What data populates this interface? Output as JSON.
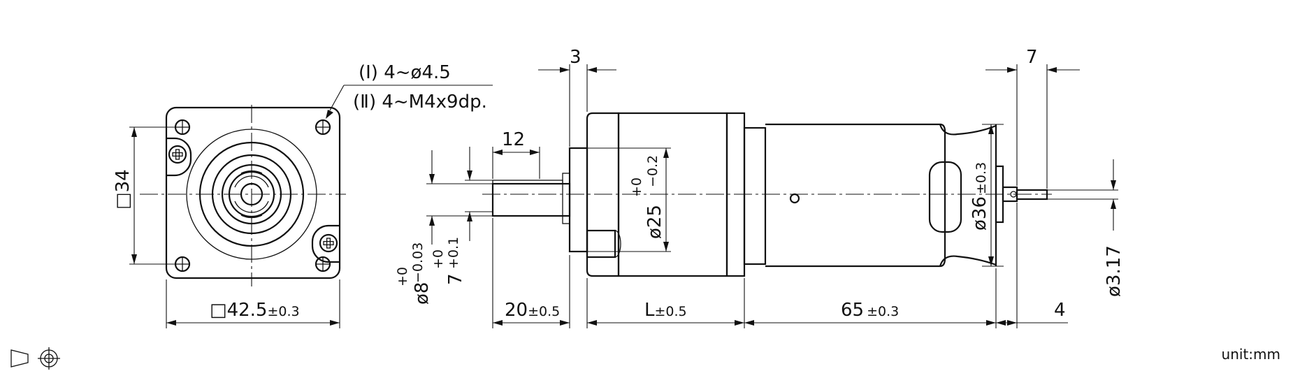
{
  "front_view": {
    "hole_note_1": "(Ⅰ) 4~ø4.5",
    "hole_note_2": "(Ⅱ) 4~M4x9dp.",
    "dim_bolt_square": "□34",
    "dim_flange_square": "□42.5",
    "dim_flange_tol": "±0.3"
  },
  "side_view": {
    "dim_flange_thickness": "3",
    "dim_key_length": "12",
    "dim_shaft_dia": "ø8",
    "dim_shaft_dia_tol_upper": "+0",
    "dim_shaft_dia_tol_lower": "−0.03",
    "dim_key_width": "7",
    "dim_key_width_tol_upper": "+0",
    "dim_key_width_tol_lower": "+0.1",
    "dim_shaft_length": "20",
    "dim_shaft_length_tol": "±0.5",
    "dim_pilot_dia": "ø25",
    "dim_pilot_tol_upper": "+0",
    "dim_pilot_tol_lower": "−0.2",
    "dim_gearbox_length": "L",
    "dim_gearbox_length_tol": "±0.5",
    "dim_motor_length": "65",
    "dim_motor_length_tol": "±0.3",
    "dim_motor_dia": "ø36",
    "dim_motor_dia_tol": "±0.3",
    "dim_terminal_offset": "7",
    "dim_terminal_length": "4",
    "dim_terminal_dia": "ø3.17"
  },
  "footer": {
    "unit": "unit:mm"
  }
}
